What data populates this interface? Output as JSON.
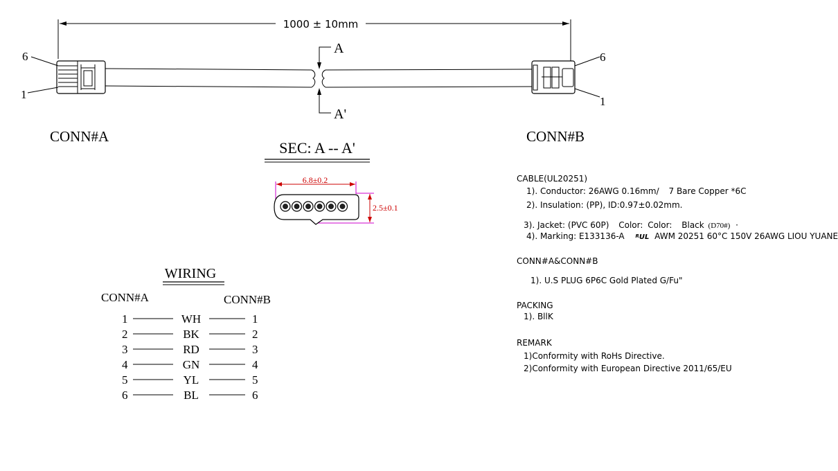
{
  "dimension": {
    "length": "1000 ± 10mm"
  },
  "pin_labels": {
    "a_top": "6",
    "a_bottom": "1",
    "b_top": "6",
    "b_bottom": "1"
  },
  "section_marks": {
    "upper": "A",
    "lower": "A'"
  },
  "connectors": {
    "a": "CONN#A",
    "b": "CONN#B"
  },
  "section": {
    "title": "SEC: A -- A'",
    "width": "6.8±0.2",
    "height": "2.5±0.1",
    "conductor_count": 6,
    "dimension_color": "#cc0000",
    "extension_color": "#cc00cc"
  },
  "wiring": {
    "title": "WIRING",
    "left_header": "CONN#A",
    "right_header": "CONN#B",
    "rows": [
      {
        "left": "1",
        "color": "WH",
        "right": "1"
      },
      {
        "left": "2",
        "color": "BK",
        "right": "2"
      },
      {
        "left": "3",
        "color": "RD",
        "right": "3"
      },
      {
        "left": "4",
        "color": "GN",
        "right": "4"
      },
      {
        "left": "5",
        "color": "YL",
        "right": "5"
      },
      {
        "left": "6",
        "color": "BL",
        "right": "6"
      }
    ]
  },
  "specs": {
    "cable": {
      "heading": "CABLE(UL20251)",
      "conductor": "1). Conductor: 26AWG 0.16mm/",
      "conductor_suffix": "7 Bare Copper *6C",
      "insulation": "2). Insulation: (PP), ID:0.97±0.02mm.",
      "jacket": "3). Jacket: (PVC 60P)",
      "jacket_color1": "Color:",
      "jacket_color2": "Color:",
      "jacket_color_value": "Black",
      "jacket_code": "(D70#)",
      "jacket_dot": "·",
      "marking": "4). Marking: E133136-A",
      "ul_mark": "ᴿ𝐔𝐋",
      "marking_suffix": "AWM 20251 60°C 150V 26AWG LIOU YUANE"
    },
    "connectors": {
      "heading": "CONN#A&CONN#B",
      "item1": "1). U.S PLUG 6P6C Gold Plated G/Fu\""
    },
    "packing": {
      "heading": "PACKING",
      "item1": "1). BllK"
    },
    "remark": {
      "heading": "REMARK",
      "item1": "1)Conformity with RoHs Directive.",
      "item2": "2)Conformity with European Directive 2011/65/EU"
    }
  }
}
